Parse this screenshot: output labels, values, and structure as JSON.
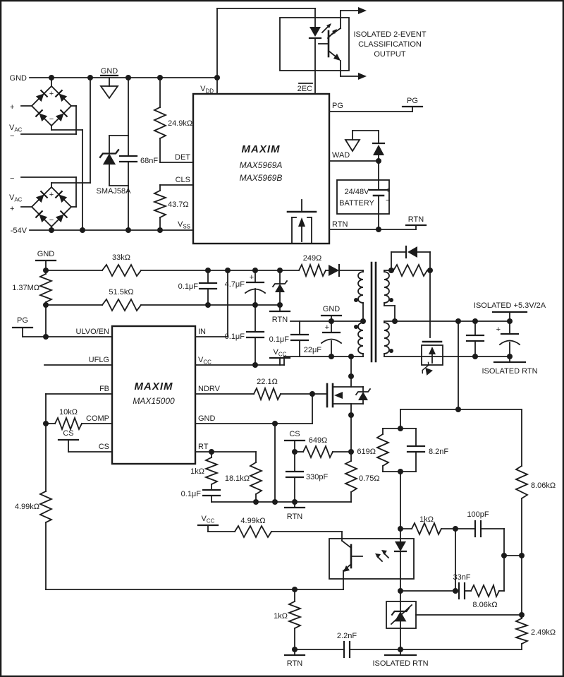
{
  "colors": {
    "ink": "#1b1b1b",
    "background": "#ffffff"
  },
  "labels": {
    "gnd": "GND",
    "neg54": "-54V",
    "plus": "+",
    "minus": "−",
    "v": "V",
    "sub_ac": "AC",
    "sub_dd": "DD",
    "sub_ss": "SS",
    "sub_cc": "CC",
    "smaj": "SMAJ58A",
    "c68n": "68nF",
    "r24_9k": "24.9kΩ",
    "r43_7": "43.7Ω",
    "det": "DET",
    "cls": "CLS",
    "twoec": "2EC",
    "pg": "PG",
    "wad": "WAD",
    "rtn": "RTN",
    "brand": "MAXIM",
    "chip1a": "MAX5969A",
    "chip1b": "MAX5969B",
    "chip2": "MAX15000",
    "iso1": "ISOLATED 2-EVENT",
    "iso2": "CLASSIFICATION",
    "iso3": "OUTPUT",
    "bat1": "24/48V",
    "bat2": "BATTERY",
    "r33k": "33kΩ",
    "r1_37m": "1.37MΩ",
    "r51_5k": "51.5kΩ",
    "c0_1": "0.1μF",
    "c4_7": "4.7μF",
    "r249": "249Ω",
    "ulvo": "ULVO/EN",
    "uflg": "UFLG",
    "fb": "FB",
    "comp": "COMP",
    "cs": "CS",
    "in_": "IN",
    "ndrv": "NDRV",
    "rt": "RT",
    "c22u": "22μF",
    "r22_1": "22.1Ω",
    "r10k": "10kΩ",
    "r4_99k": "4.99kΩ",
    "r1k": "1kΩ",
    "r18_1k": "18.1kΩ",
    "r649": "649Ω",
    "c330p": "330pF",
    "r0_75": "0.75Ω",
    "r619": "619Ω",
    "c8_2n": "8.2nF",
    "r8_06k": "8.06kΩ",
    "c100p": "100pF",
    "c33n": "33nF",
    "r2_49k": "2.49kΩ",
    "c2_2n": "2.2nF",
    "iso53": "ISOLATED +5.3V/2A",
    "iso_rtn": "ISOLATED RTN"
  }
}
